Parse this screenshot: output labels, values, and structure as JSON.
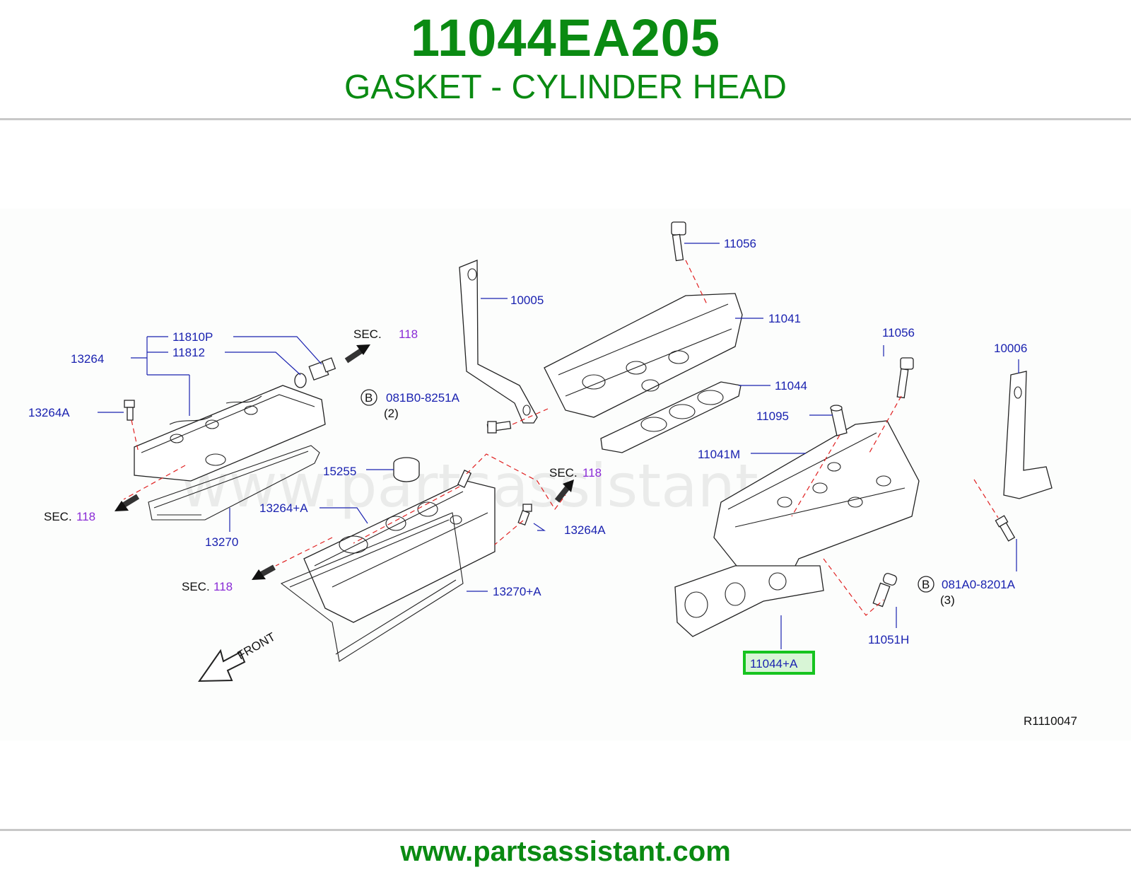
{
  "header": {
    "part_number": "11044EA205",
    "part_description": "GASKET - CYLINDER HEAD"
  },
  "diagram": {
    "watermark": "www.partsassistant.com",
    "figure_code": "R1110047",
    "front_label": "FRONT",
    "sec_prefix": "SEC.",
    "sec_number": "118",
    "highlighted_callout": "11044+A",
    "highlight_color": "#16c41f",
    "callouts": {
      "c11810P": "11810P",
      "c11812": "11812",
      "c13264": "13264",
      "c13264A_left": "13264A",
      "c13270": "13270",
      "c15255": "15255",
      "c13264plusA": "13264+A",
      "c13264A_mid": "13264A",
      "c13270plusA": "13270+A",
      "c10005": "10005",
      "c11056_top": "11056",
      "c11041": "11041",
      "c11044": "11044",
      "c11056_right": "11056",
      "c11095": "11095",
      "c11041M": "11041M",
      "c10006": "10006",
      "c11051H": "11051H",
      "c11044plusA": "11044+A"
    },
    "bolt_refs": [
      {
        "marker": "B",
        "part": "081B0-8251A",
        "qty": "(2)"
      },
      {
        "marker": "B",
        "part": "081A0-8201A",
        "qty": "(3)"
      }
    ]
  },
  "footer": {
    "url": "www.partsassistant.com"
  }
}
